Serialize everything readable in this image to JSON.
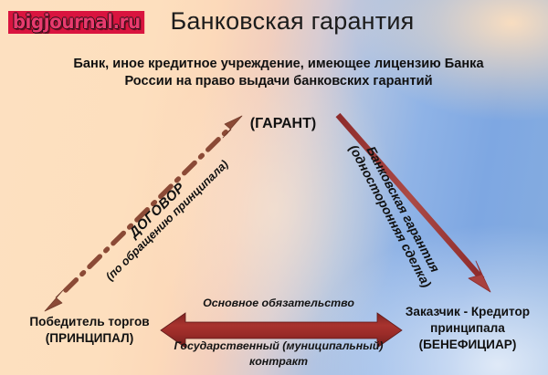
{
  "watermark": {
    "text": "bigjournal.ru"
  },
  "title": "Банковская гарантия",
  "nodes": {
    "guarantor": {
      "description": "Банк, иное кредитное учреждение, имеющее лицензию Банка России на право выдачи банковских гарантий",
      "role": "(ГАРАНТ)"
    },
    "principal": {
      "name": "Победитель торгов",
      "role": "(ПРИНЦИПАЛ)"
    },
    "beneficiary": {
      "name": "Заказчик - Кредитор принципала",
      "role": "(БЕНЕФИЦИАР)"
    }
  },
  "connections": {
    "contract": {
      "line1": "ДОГОВОР",
      "line2": "(по обращению принципала)",
      "style": "dash-dot",
      "direction": "double",
      "color": "#8b4a36"
    },
    "guarantee": {
      "line1": "Банковская гарантия",
      "line2": "(односторонняя сделка)",
      "style": "solid",
      "direction": "single",
      "color": "#a8413f"
    },
    "main_obligation": {
      "label_above": "Основное обязательство",
      "label_below": "Государственный (муниципальный) контракт",
      "style": "solid-block",
      "direction": "double",
      "color": "#9b2f2c"
    }
  },
  "colors": {
    "background_left": "#fde0c0",
    "background_right": "#7ea7e2",
    "arrow_red": "#9b2f2c",
    "arrow_brown": "#8b4a36",
    "text": "#111111",
    "watermark": "#d9143f"
  }
}
